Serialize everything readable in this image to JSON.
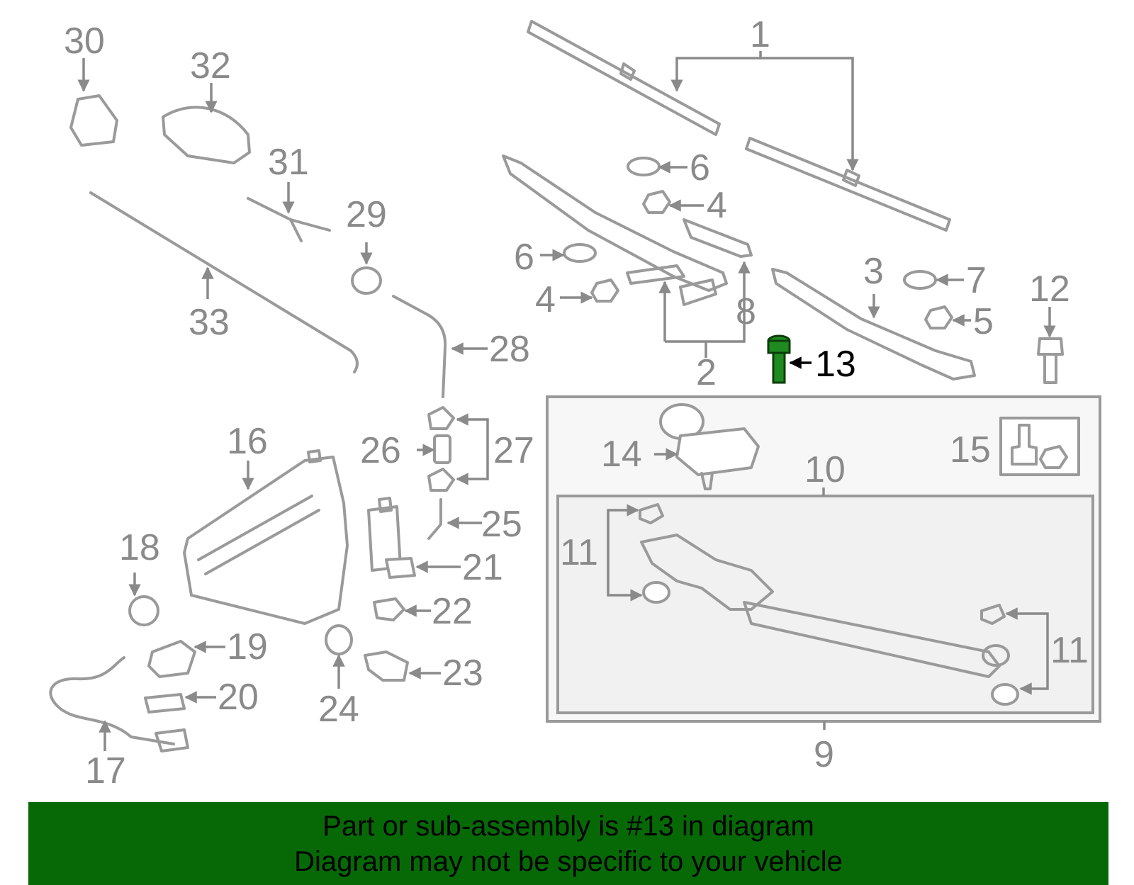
{
  "callouts": {
    "c1": "1",
    "c2": "2",
    "c3": "3",
    "c4a": "4",
    "c4b": "4",
    "c5": "5",
    "c6a": "6",
    "c6b": "6",
    "c7": "7",
    "c8": "8",
    "c9": "9",
    "c10": "10",
    "c11a": "11",
    "c11b": "11",
    "c12": "12",
    "c13": "13",
    "c14": "14",
    "c15": "15",
    "c16": "16",
    "c17": "17",
    "c18": "18",
    "c19": "19",
    "c20": "20",
    "c21": "21",
    "c22": "22",
    "c23": "23",
    "c24": "24",
    "c25": "25",
    "c26": "26",
    "c27": "27",
    "c28": "28",
    "c29": "29",
    "c30": "30",
    "c31": "31",
    "c32": "32",
    "c33": "33"
  },
  "highlight_color": "#1f8a1f",
  "banner": {
    "line1": "Part or sub-assembly is #13 in diagram",
    "line2": "Diagram may not be specific to your vehicle",
    "background": "#066906"
  }
}
